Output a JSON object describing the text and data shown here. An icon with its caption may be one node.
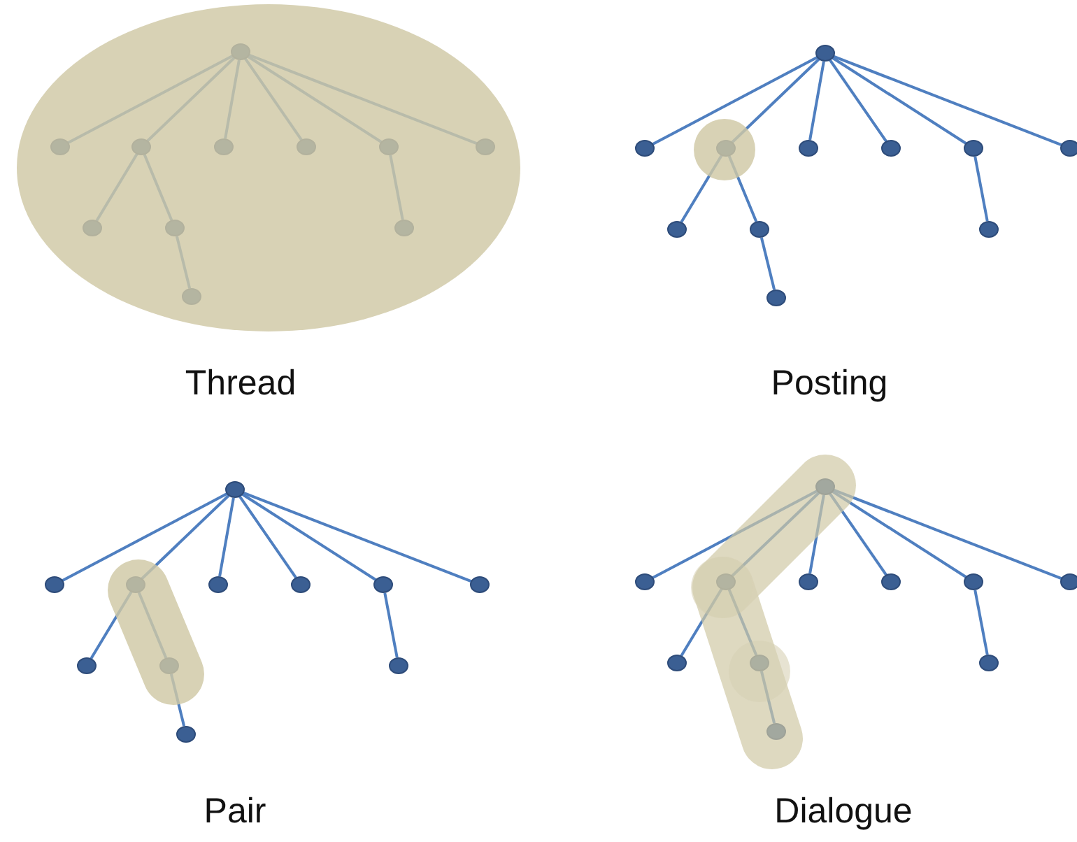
{
  "diagram": {
    "nodes": [
      {
        "text": [],
        "shape": "circle"
      },
      {
        "text": [],
        "shape": "circle"
      },
      {
        "text": [],
        "shape": "circle"
      },
      {
        "text": [],
        "shape": "circle"
      },
      {
        "text": [],
        "shape": "circle"
      },
      {
        "text": [],
        "shape": "circle"
      },
      {
        "text": [],
        "shape": "circle"
      },
      {
        "text": [],
        "shape": "circle"
      },
      {
        "text": [],
        "shape": "circle"
      },
      {
        "text": [],
        "shape": "circle"
      },
      {
        "text": [],
        "shape": "circle"
      },
      {
        "text": [],
        "shape": "circle"
      },
      {
        "text": [],
        "shape": "circle"
      },
      {
        "text": [],
        "shape": "circle"
      },
      {
        "text": [],
        "shape": "circle"
      },
      {
        "text": [],
        "shape": "circle"
      },
      {
        "text": [],
        "shape": "circle"
      },
      {
        "text": [],
        "shape": "circle"
      },
      {
        "text": [],
        "shape": "circle"
      },
      {
        "text": [],
        "shape": "circle"
      },
      {
        "text": [],
        "shape": "circle"
      },
      {
        "text": [],
        "shape": "circle"
      },
      {
        "text": [],
        "shape": "circle"
      },
      {
        "text": [],
        "shape": "circle"
      },
      {
        "text": [],
        "shape": "circle"
      },
      {
        "text": [],
        "shape": "circle"
      },
      {
        "text": [],
        "shape": "circle"
      },
      {
        "text": [],
        "shape": "circle"
      },
      {
        "text": [],
        "shape": "circle"
      },
      {
        "text": [],
        "shape": "circle"
      },
      {
        "text": [],
        "shape": "circle"
      },
      {
        "text": [],
        "shape": "circle"
      },
      {
        "text": [],
        "shape": "circle"
      },
      {
        "text": [],
        "shape": "circle"
      },
      {
        "text": [],
        "shape": "circle"
      },
      {
        "text": [],
        "shape": "circle"
      },
      {
        "text": [],
        "shape": "circle"
      },
      {
        "text": [],
        "shape": "circle"
      },
      {
        "text": [],
        "shape": "circle"
      },
      {
        "text": [],
        "shape": "circle"
      },
      {
        "text": [],
        "shape": "circle"
      },
      {
        "text": [],
        "shape": "circle"
      },
      {
        "text": [],
        "shape": "circle"
      },
      {
        "text": [],
        "shape": "circle"
      }
    ],
    "edges": [
      {
        "from": 0,
        "to": 1,
        "arrow": "none"
      },
      {
        "from": 0,
        "to": 2,
        "arrow": "none"
      },
      {
        "from": 0,
        "to": 3,
        "arrow": "none"
      },
      {
        "from": 0,
        "to": 4,
        "arrow": "none"
      },
      {
        "from": 0,
        "to": 5,
        "arrow": "none"
      },
      {
        "from": 0,
        "to": 6,
        "arrow": "none"
      },
      {
        "from": 2,
        "to": 7,
        "arrow": "none"
      },
      {
        "from": 2,
        "to": 8,
        "arrow": "none"
      },
      {
        "from": 5,
        "to": 9,
        "arrow": "none"
      },
      {
        "from": 8,
        "to": 10,
        "arrow": "none"
      },
      {
        "from": 11,
        "to": 12,
        "arrow": "none"
      },
      {
        "from": 11,
        "to": 13,
        "arrow": "none"
      },
      {
        "from": 11,
        "to": 14,
        "arrow": "none"
      },
      {
        "from": 11,
        "to": 15,
        "arrow": "none"
      },
      {
        "from": 11,
        "to": 16,
        "arrow": "none"
      },
      {
        "from": 11,
        "to": 17,
        "arrow": "none"
      },
      {
        "from": 13,
        "to": 18,
        "arrow": "none"
      },
      {
        "from": 13,
        "to": 19,
        "arrow": "none"
      },
      {
        "from": 16,
        "to": 20,
        "arrow": "none"
      },
      {
        "from": 19,
        "to": 21,
        "arrow": "none"
      },
      {
        "from": 22,
        "to": 23,
        "arrow": "none"
      },
      {
        "from": 22,
        "to": 24,
        "arrow": "none"
      },
      {
        "from": 22,
        "to": 25,
        "arrow": "none"
      },
      {
        "from": 22,
        "to": 26,
        "arrow": "none"
      },
      {
        "from": 22,
        "to": 27,
        "arrow": "none"
      },
      {
        "from": 22,
        "to": 28,
        "arrow": "none"
      },
      {
        "from": 24,
        "to": 29,
        "arrow": "none"
      },
      {
        "from": 24,
        "to": 30,
        "arrow": "none"
      },
      {
        "from": 27,
        "to": 31,
        "arrow": "none"
      },
      {
        "from": 30,
        "to": 32,
        "arrow": "none"
      },
      {
        "from": 33,
        "to": 34,
        "arrow": "none"
      },
      {
        "from": 33,
        "to": 35,
        "arrow": "none"
      },
      {
        "from": 33,
        "to": 36,
        "arrow": "none"
      },
      {
        "from": 33,
        "to": 37,
        "arrow": "none"
      },
      {
        "from": 33,
        "to": 38,
        "arrow": "none"
      },
      {
        "from": 33,
        "to": 39,
        "arrow": "none"
      },
      {
        "from": 35,
        "to": 40,
        "arrow": "none"
      },
      {
        "from": 35,
        "to": 41,
        "arrow": "none"
      },
      {
        "from": 38,
        "to": 42,
        "arrow": "none"
      },
      {
        "from": 41,
        "to": 43,
        "arrow": "none"
      }
    ],
    "labels": [
      "Thread",
      "Posting",
      "Pair",
      "Dialogue"
    ]
  }
}
